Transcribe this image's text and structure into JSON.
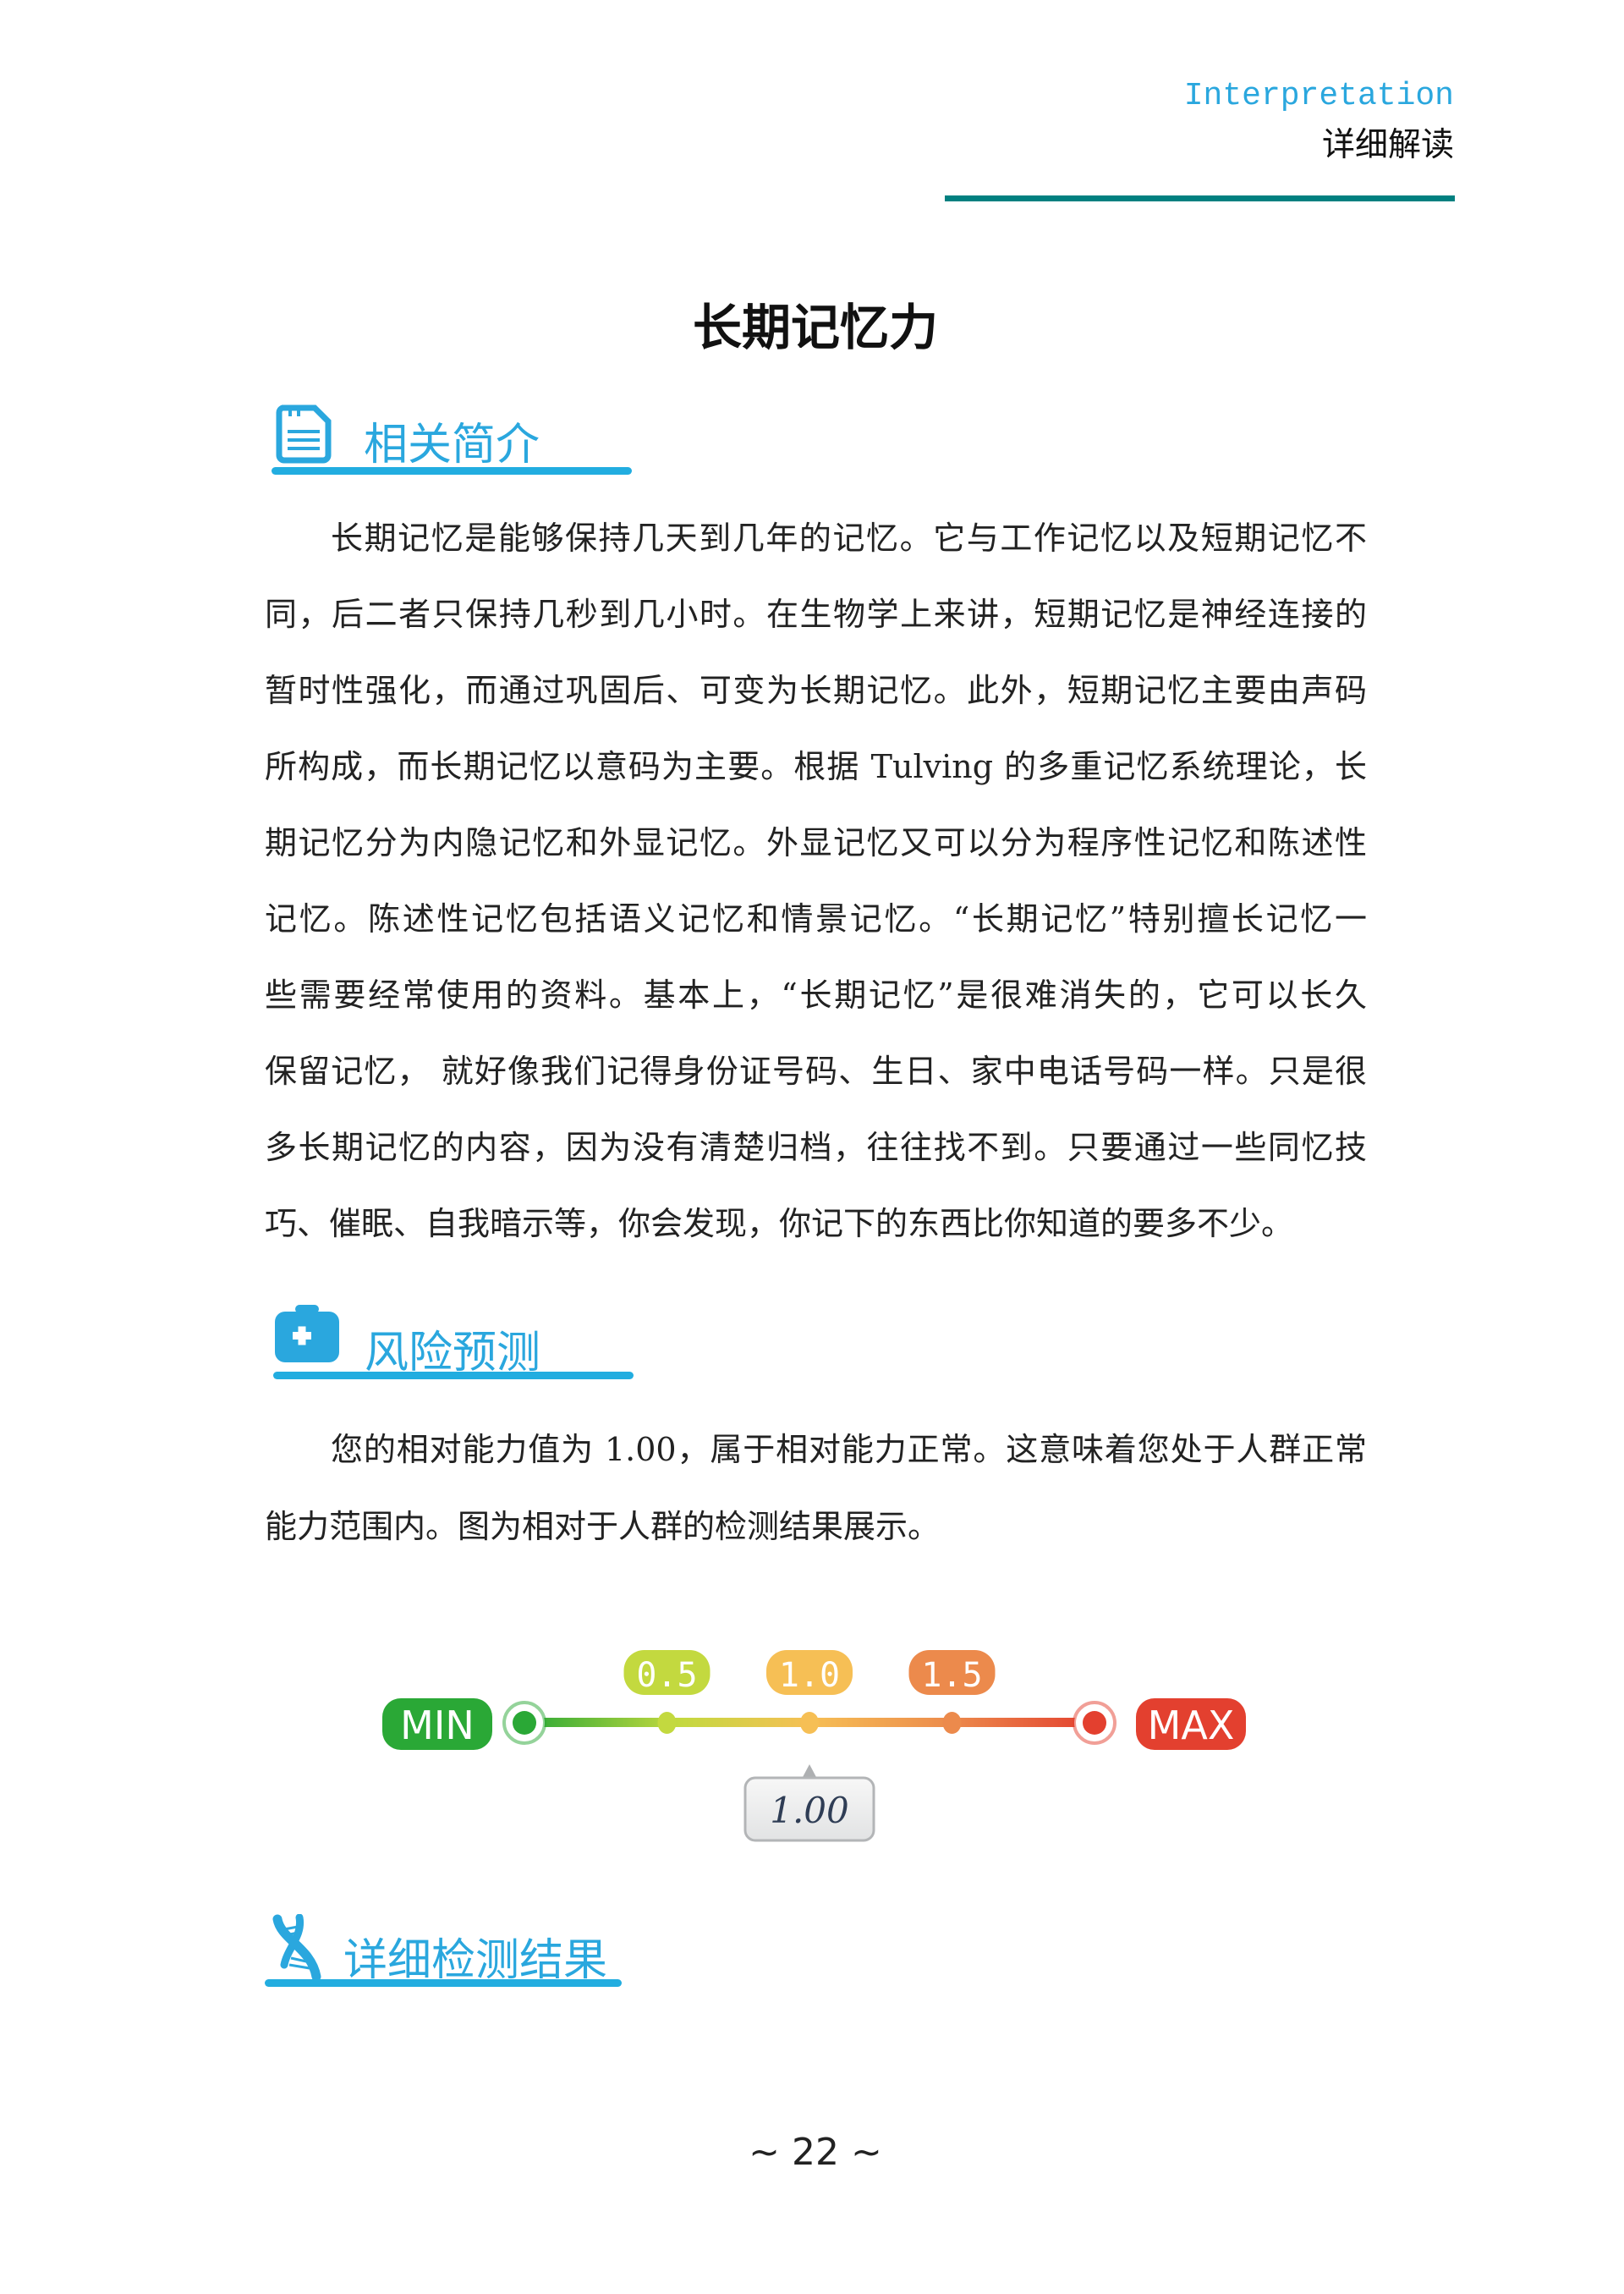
{
  "header": {
    "title_en": "Interpretation",
    "title_zh": "详细解读"
  },
  "page_title": "长期记忆力",
  "intro": {
    "heading": "相关简介",
    "lines": [
      "长期记忆是能够保持几天到几年的记忆。它与工作记忆以及短期记忆不",
      "同，后二者只保持几秒到几小时。在生物学上来讲，短期记忆是神经连接的",
      "暂时性强化，而通过巩固后、可变为长期记忆。此外，短期记忆主要由声码",
      "所构成，而长期记忆以意码为主要。根据 Tulving 的多重记忆系统理论，长",
      "期记忆分为内隐记忆和外显记忆。外显记忆又可以分为程序性记忆和陈述性",
      "记忆。陈述性记忆包括语义记忆和情景记忆。“长期记忆”特别擅长记忆一",
      "些需要经常使用的资料。基本上，“长期记忆”是很难消失的，它可以长久",
      "保留记忆， 就好像我们记得身份证号码、生日、家中电话号码一样。只是很",
      "多长期记忆的内容，因为没有清楚归档，往往找不到。只要通过一些同忆技",
      "巧、催眠、自我暗示等，你会发现，你记下的东西比你知道的要多不少。"
    ]
  },
  "risk": {
    "heading": "风险预测",
    "lines": [
      "您的相对能力值为 1.00，属于相对能力正常。这意味着您处于人群正常",
      "能力范围内。图为相对于人群的检测结果展示。"
    ]
  },
  "details": {
    "heading": "详细检测结果"
  },
  "chart_data": {
    "type": "gauge",
    "min_label": "MIN",
    "max_label": "MAX",
    "range": [
      0,
      2
    ],
    "ticks": [
      {
        "value": 0.5,
        "label": "0.5",
        "color": "#c3d93f"
      },
      {
        "value": 1.0,
        "label": "1.0",
        "color": "#f6bf55"
      },
      {
        "value": 1.5,
        "label": "1.5",
        "color": "#ec8a4c"
      }
    ],
    "min_color": "#2aa836",
    "max_color": "#e3402f",
    "value": 1.0,
    "value_label": "1.00"
  },
  "footer": {
    "page_number": "~ 22 ~"
  },
  "colors": {
    "accent": "#2aa7de",
    "header_bar": "#008080"
  }
}
